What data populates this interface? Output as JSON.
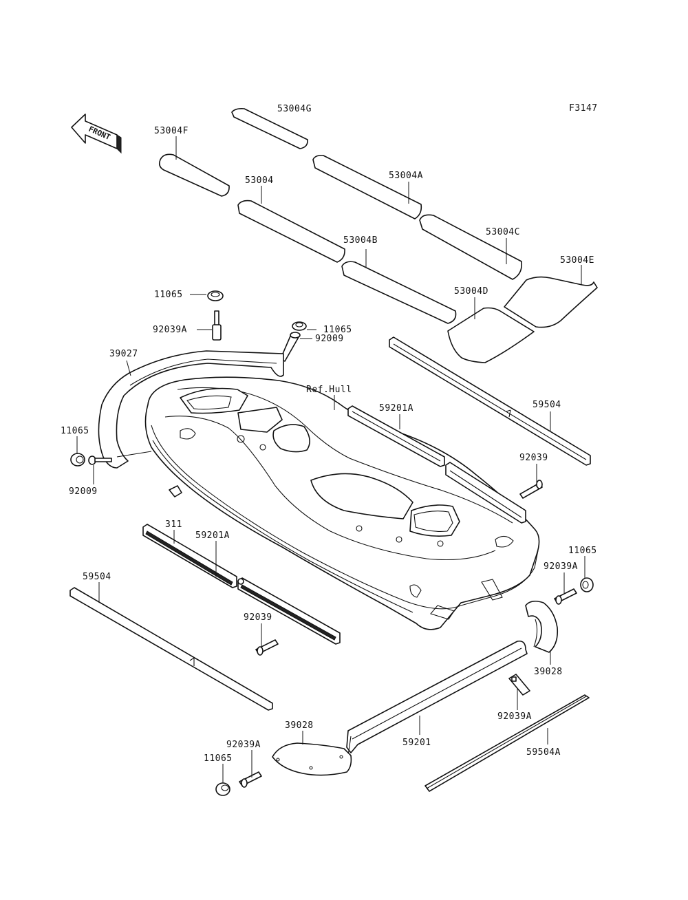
{
  "figure_code": "F3147",
  "front_label": "FRONT",
  "labels": {
    "p53004G": "53004G",
    "p53004F": "53004F",
    "p53004": "53004",
    "p53004A": "53004A",
    "p53004B": "53004B",
    "p53004C": "53004C",
    "p53004D": "53004D",
    "p53004E": "53004E",
    "p11065_top": "11065",
    "p92039A_top": "92039A",
    "p11065_mid": "11065",
    "p92009_mid": "92009",
    "p39027": "39027",
    "ref_hull": "Ref.Hull",
    "p59201A_right": "59201A",
    "p59504_right": "59504",
    "p11065_left": "11065",
    "p92009_left": "92009",
    "p92039_right": "92039",
    "p311": "311",
    "p59201A_left": "59201A",
    "p11065_right": "11065",
    "p92039A_right": "92039A",
    "p59504_left": "59504",
    "p92039_left": "92039",
    "p39028_right": "39028",
    "p92039A_low": "92039A",
    "p39028_low": "39028",
    "p59201": "59201",
    "p92039A_bot": "92039A",
    "p59504A": "59504A",
    "p11065_bot": "11065"
  }
}
